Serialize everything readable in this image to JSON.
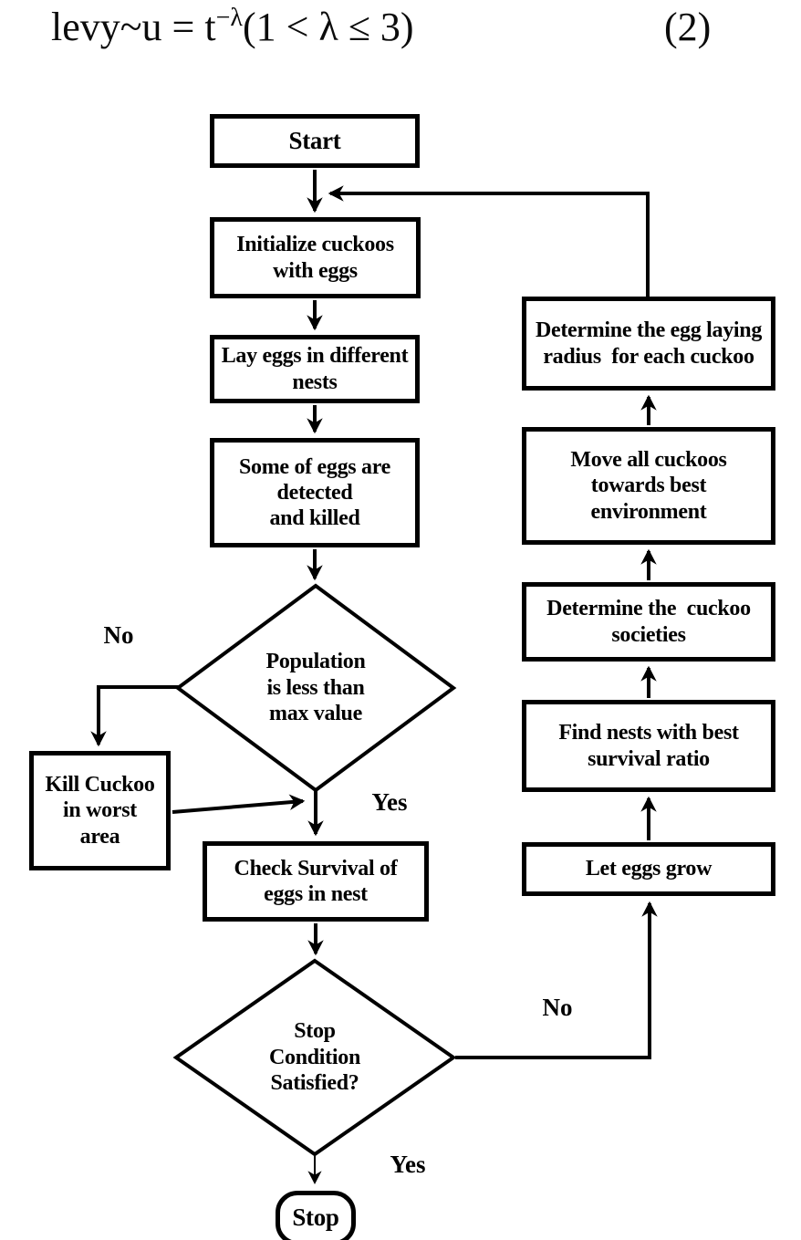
{
  "equation": {
    "lhs": "levy~u = t",
    "exp": "−λ",
    "rhs": "(1 < λ ≤ 3)",
    "number": "(2)"
  },
  "nodes": {
    "start": "Start",
    "initialize": "Initialize cuckoos\nwith eggs",
    "lay_eggs": "Lay eggs in different\nnests",
    "some_eggs": "Some of eggs are\ndetected\nand killed",
    "population": "Population\nis less than\nmax value",
    "kill_cuckoo": "Kill Cuckoo\nin worst\narea",
    "check_survival": "Check Survival of\neggs in nest",
    "stop_condition": "Stop\nCondition\nSatisfied?",
    "stop": "Stop",
    "determine_radius": "Determine the egg laying\nradius  for each cuckoo",
    "move_cuckoos": "Move all cuckoos\ntowards best\nenvironment",
    "determine_societies": "Determine the  cuckoo\nsocieties",
    "find_nests": "Find nests with best\nsurvival ratio",
    "let_eggs_grow": "Let eggs grow"
  },
  "labels": {
    "population_no": "No",
    "population_yes": "Yes",
    "stop_no": "No",
    "stop_yes": "Yes"
  },
  "colors": {
    "stroke": "#000000",
    "text": "#000000",
    "background": "#ffffff"
  }
}
